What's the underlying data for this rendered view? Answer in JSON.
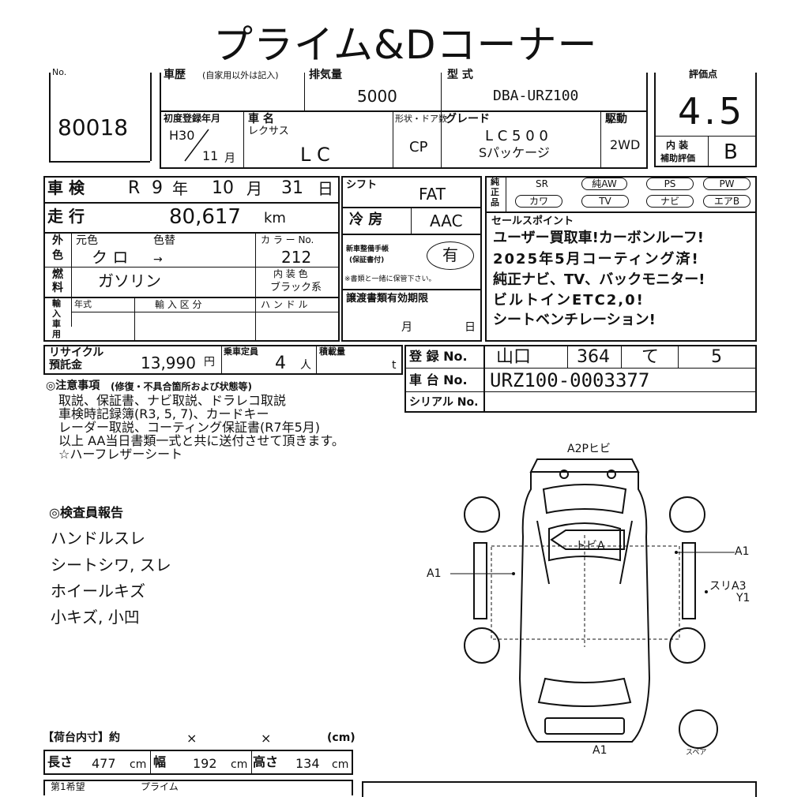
{
  "title": "プライム&Dコーナー",
  "lot": {
    "label": "No.",
    "number": "80018"
  },
  "history": {
    "label": "車歴",
    "note": "(自家用以外は記入)"
  },
  "displacement": {
    "label": "排気量",
    "value": "5000"
  },
  "model": {
    "label": "型 式",
    "value": "DBA-URZ100"
  },
  "score": {
    "label": "評価点",
    "value": "4.5",
    "interior_label_1": "内 装",
    "interior_label_2": "補助評価",
    "interior_value": "B"
  },
  "first_reg": {
    "label": "初度登録年月",
    "year": "H30",
    "month": "11",
    "month_unit": "月"
  },
  "car_name": {
    "label": "車 名",
    "maker": "レクサス",
    "name": "L C"
  },
  "shape": {
    "label": "形状・ドア数",
    "value": "CP"
  },
  "grade": {
    "label": "グレード",
    "line1": "L C 5 0 0",
    "line2": "Sパッケージ"
  },
  "drive": {
    "label": "駆動",
    "value": "2WD"
  },
  "inspection": {
    "label": "車 検",
    "era": "R",
    "year": "9",
    "y_unit": "年",
    "month": "10",
    "m_unit": "月",
    "day": "31",
    "d_unit": "日"
  },
  "mileage": {
    "label": "走 行",
    "value": "80,617",
    "unit": "km"
  },
  "shift": {
    "label": "シフト",
    "value": "FAT"
  },
  "ac": {
    "label": "冷 房",
    "value": "AAC"
  },
  "equipment": {
    "label_1": "純",
    "label_2": "正",
    "label_3": "品",
    "items": [
      "SR",
      "純AW",
      "PS",
      "PW",
      "カワ",
      "TV",
      "ナビ",
      "エアB"
    ]
  },
  "color": {
    "label_1": "外",
    "label_2": "色",
    "orig_label": "元色",
    "change_label": "色替",
    "orig_value": "ク ロ",
    "arrow": "→",
    "code_label": "カ ラ ー No.",
    "code_value": "212"
  },
  "handbook": {
    "label_1": "新車整備手帳",
    "label_2": "(保証書付)",
    "value": "有",
    "note": "※書類と一緒に保管下さい。"
  },
  "fuel": {
    "label_1": "燃",
    "label_2": "料",
    "value": "ガソリン",
    "interior_label": "内 装 色",
    "interior_value": "ブラック系"
  },
  "import": {
    "label_1": "輸",
    "label_2": "入",
    "label_3": "車",
    "label_4": "用",
    "year_label": "年式",
    "type_label": "輸 入 区 分",
    "handle_label": "ハ ン ド ル"
  },
  "transfer": {
    "label": "譲渡書類有効期限",
    "month": "月",
    "day": "日"
  },
  "sales_points": {
    "label": "セールスポイント",
    "lines": [
      "ユーザー買取車!カーボンルーフ!",
      "2025年5月コーティング済!",
      "純正ナビ、TV、バックモニター!",
      "ビルトインETC2,0!",
      "シートベンチレーション!"
    ]
  },
  "recycle": {
    "label_1": "リサイクル",
    "label_2": "預託金",
    "value": "13,990",
    "unit": "円"
  },
  "capacity": {
    "label": "乗車定員",
    "value": "4",
    "unit": "人"
  },
  "load": {
    "label": "積載量",
    "unit": "t"
  },
  "registration": {
    "label": "登 録 No.",
    "pref": "山口",
    "num": "364",
    "kana": "て",
    "serial": "5"
  },
  "chassis": {
    "label": "車 台 No.",
    "value": "URZ100-0003377"
  },
  "serial_no": {
    "label": "シリアル No."
  },
  "notes": {
    "heading": "◎注意事項",
    "heading_sub": "(修復・不具合箇所および状態等)",
    "lines": [
      "取説、保証書、ナビ取説、ドラレコ取説",
      "車検時記録簿(R3, 5, 7)、カードキー",
      "レーダー取説、コーティング保証書(R7年5月)",
      "以上 AA当日書類一式と共に送付させて頂きます。",
      "☆ハーフレザーシート"
    ]
  },
  "inspector": {
    "heading": "◎検査員報告",
    "lines": [
      "ハンドルスレ",
      "シートシワ, スレ",
      "ホイールキズ",
      "小キズ, 小凹"
    ]
  },
  "diagram": {
    "top": "A2Pヒビ",
    "hood": "トビA",
    "right1": "A1",
    "left1": "A1",
    "right2a": "スリA3",
    "right2b": "Y1",
    "bottom": "A1",
    "spare": "スペア"
  },
  "cargo": {
    "heading": "【荷台内寸】約",
    "x1": "×",
    "x2": "×",
    "unit": "(cm)",
    "length_label": "長さ",
    "length": "477",
    "width_label": "幅",
    "width": "192",
    "height_label": "高さ",
    "height": "134",
    "cm": "cm"
  },
  "pref": {
    "label": "第1希望",
    "value": "プライム"
  }
}
